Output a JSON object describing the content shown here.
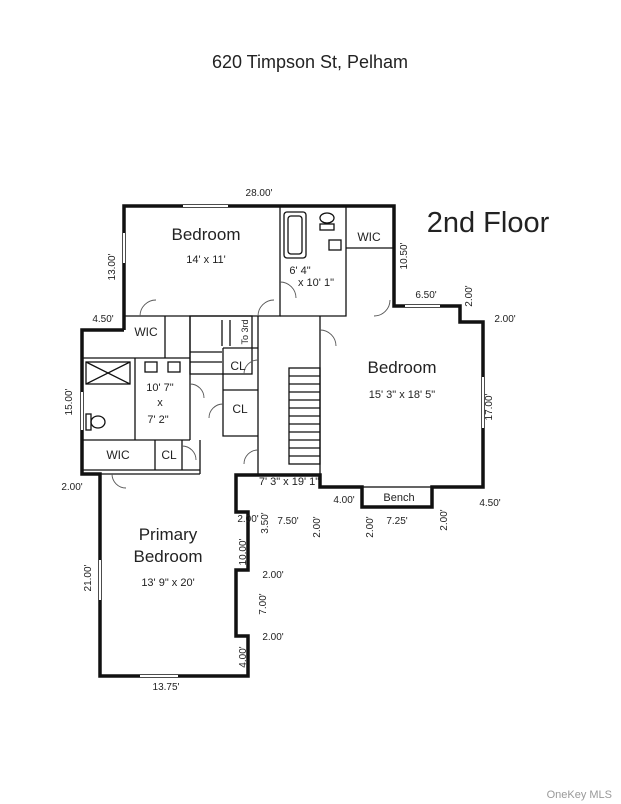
{
  "title": "620 Timpson St, Pelham",
  "floor_label": "2nd Floor",
  "watermark": "OneKey MLS",
  "rooms": {
    "bedroom_nw": {
      "name": "Bedroom",
      "size": "14' x 11'"
    },
    "bath_top": {
      "size_line1": "6' 4\"",
      "size_line2": "x 10' 1\""
    },
    "wic_top": {
      "name": "WIC"
    },
    "bedroom_east": {
      "name": "Bedroom",
      "size": "15' 3\" x 18' 5\""
    },
    "wic_left": {
      "name": "WIC"
    },
    "stair_top": {
      "name": "To 3rd"
    },
    "bath_primary": {
      "size_line1": "10' 7\"",
      "size_line2": "x",
      "size_line3": "7' 2\""
    },
    "cl_1": {
      "name": "CL"
    },
    "cl_2": {
      "name": "CL"
    },
    "wic_bottom": {
      "name": "WIC"
    },
    "cl_3": {
      "name": "CL"
    },
    "hall": {
      "size": "7' 3\" x 19' 1\""
    },
    "bench": {
      "name": "Bench"
    },
    "primary": {
      "name_line1": "Primary",
      "name_line2": "Bedroom",
      "size": "13' 9\" x 20'"
    }
  },
  "dimensions": {
    "d_28": "28.00'",
    "d_13": "13.00'",
    "d_450_left": "4.50'",
    "d_15": "15.00'",
    "d_2_left": "2.00'",
    "d_21": "21.00'",
    "d_1375": "13.75'",
    "d_1050": "10.50'",
    "d_650": "6.50'",
    "d_2_top": "2.00'",
    "d_2_right": "2.00'",
    "d_17": "17.00'",
    "d_450_right": "4.50'",
    "d_4_bench": "4.00'",
    "d_725": "7.25'",
    "d_2_bench_l": "2.00'",
    "d_2_bench_r": "2.00'",
    "d_750": "7.50'",
    "d_2_hall": "2.00'",
    "d_350": "3.50'",
    "d_2_corner": "2.00'",
    "d_10": "10.00'",
    "d_2_mid1": "2.00'",
    "d_7": "7.00'",
    "d_2_mid2": "2.00'",
    "d_4_low": "4.00'"
  },
  "colors": {
    "wall": "#111111",
    "background": "#ffffff",
    "text": "#222222",
    "watermark": "#999999"
  }
}
